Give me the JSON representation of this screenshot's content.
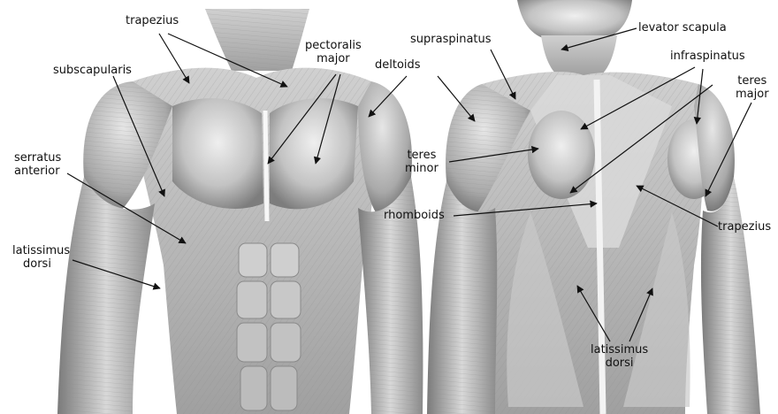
{
  "anterior_labels": {
    "trapezius": "trapezius",
    "pectoralis_1": "pectoralis",
    "pectoralis_2": "major",
    "subscapularis": "subscapularis",
    "deltoids": "deltoids",
    "serratus_1": "serratus",
    "serratus_2": "anterior",
    "latissimus_1": "latissimus",
    "latissimus_2": "dorsi"
  },
  "posterior_labels": {
    "supraspinatus": "supraspinatus",
    "levator_scapula": "levator scapula",
    "infraspinatus": "infraspinatus",
    "teres_major_1": "teres",
    "teres_major_2": "major",
    "teres_minor_1": "teres",
    "teres_minor_2": "minor",
    "rhomboids": "rhomboids",
    "trapezius": "trapezius",
    "latissimus_1": "latissimus",
    "latissimus_2": "dorsi"
  },
  "colors": {
    "skin_light": "#f2f2f2",
    "skin_mid": "#b9b9b9",
    "skin_dark": "#6e6e6e",
    "line": "#111111"
  }
}
